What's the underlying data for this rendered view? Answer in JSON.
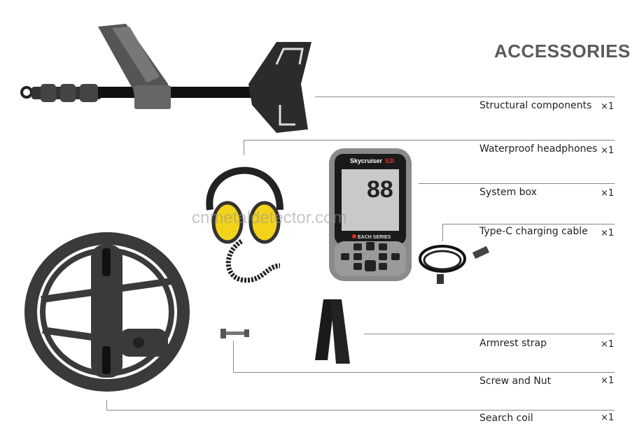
{
  "title": "ACCESSORIES",
  "watermark": "cnmetaldetector.com",
  "items": [
    {
      "label": "Structural components",
      "qty": "×1"
    },
    {
      "label": "Waterproof  headphones",
      "qty": "×1"
    },
    {
      "label": "System box",
      "qty": "×1"
    },
    {
      "label": "Type-C charging cable",
      "qty": "×1"
    },
    {
      "label": "Armrest strap",
      "qty": "×1"
    },
    {
      "label": "Screw and Nut",
      "qty": "×1"
    },
    {
      "label": "Search coil",
      "qty": "×1"
    }
  ],
  "device": {
    "brand": "Skycruiser",
    "model": "S3i",
    "series": "EACH SERIES",
    "display": "88"
  },
  "colors": {
    "headphone_cup": "#f2d21b",
    "body": "#3a3a3a",
    "line": "#888888",
    "title": "#5a5a5a"
  }
}
